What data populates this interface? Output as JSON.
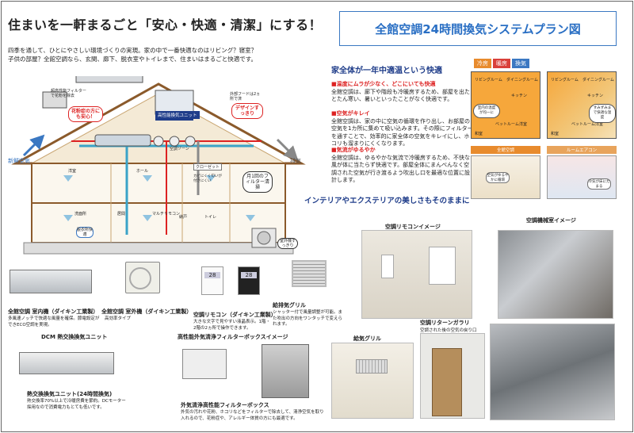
{
  "header": {
    "title": "住まいを一軒まるごと「安心・快適・清潔」にする！",
    "intro_line1": "四季を通して、ひとにやさしい環境づくりの実現。家の中で一番快適なのはリビング？寝室？",
    "intro_line2": "子供の部屋？全館空調なら、玄関、廊下、脱衣室やトイレまで、住まいはまるごと快適です。"
  },
  "plan_title": "全館空調24時間換気システムプラン図",
  "comfort": {
    "heading": "家全体が一年中適温という快適",
    "points": [
      {
        "title": "■温度にムラが少なく、どこにいても快適",
        "body": "全館空調は、廊下や階段も冷暖房するため、部屋を出たとたん寒い、暑いといったことがなく快適です。"
      },
      {
        "title": "■空気がキレイ",
        "body": "全館空調は、家の中に空気の循環を作り出し、お部屋の空気を1カ所に集めて吸い込みます。その際にフィルターを通すことで、効率的に家全体の空気をキレイにし、ホコリも溜まりにくくなります。"
      },
      {
        "title": "■気流がゆるやか",
        "body": "全館空調は、ゆるやかな気流で冷暖房するため、不快な風が体に当たらず快適です。部屋全体にまんべんなく空調された空気が行き渡るよう吹出し口を最適な位置に設計します。"
      }
    ],
    "interior_heading": "インテリアやエクステリアの美しさもそのままに"
  },
  "legend": [
    "冷房",
    "暖房",
    "換気"
  ],
  "floorplans": {
    "rooms1": [
      "リビングルーム",
      "ダイニングルーム",
      "キッチン",
      "ベットルーム",
      "洋室",
      "和室"
    ],
    "rooms2": [
      "リビングルーム",
      "ダイニングルーム",
      "キッチン",
      "ベットルーム",
      "洋室",
      "和室"
    ],
    "badge1": "室内の温度が均一に",
    "badge2": "すみずみまで快適な温度",
    "label1": "全館空調",
    "label2": "ルームエアコン",
    "room3a_note": "空気がゆるやかに循環",
    "room3b_note": "冷気が床にたまる"
  },
  "diagram": {
    "filter_note": "超高性能フィルターで花粉を除去",
    "filter_badge": "花粉症の方にも安心！",
    "design_note": "外部フードは2ヵ所で済",
    "design_badge": "デザインすっきり",
    "unit_label": "高性能換気ユニット",
    "fresh_air": "新鮮空気",
    "exhaust": "排気",
    "zone_label": "空調ゾーン",
    "closet": "クローゼット",
    "closet_note": "カビにくく匂いが付きにくい",
    "monthly_filter": "月1回のフィルター清掃",
    "rooms": [
      "洋室",
      "ホール",
      "洗面所",
      "居間",
      "納戸",
      "トイレ"
    ],
    "laundry": "脱衣所快適",
    "remote": "マルチリモコン",
    "outdoor_note": "室外機すっきり"
  },
  "products": [
    {
      "name": "全館空調 室内機（ダイキン工業製）",
      "desc": "多風速ノッチで快適な風量を確保。節電設定ができECO空調を実現。"
    },
    {
      "name": "全館空調 室外機（ダイキン工業製）",
      "desc": "高効率タイプ"
    },
    {
      "name": "空調リモコン（ダイキン工業製）",
      "desc": "大きな文字で見やすい液晶表示。1階・2階の2ヵ所で操作できます。"
    },
    {
      "name": "給排気グリル",
      "desc": "シャッター付で風量調整が可能。また吹出の方向をワンタッチで変えられます。"
    }
  ],
  "remote_display": [
    "28",
    "28"
  ],
  "dcm": {
    "heading": "DCM 熱交換換気ユニット",
    "name": "熱交換換気ユニット(24時間換気)",
    "desc": "熱交換率70%以上で冷暖房費を節約。DCモーター採用なので消費電力もとても低いです。"
  },
  "filterbox": {
    "heading": "高性能外気清浄フィルターボックスイメージ",
    "name": "外気清浄高性能フィルターボックス",
    "desc": "外気の汚れや花粉、ホコリなどをフィルターで除去して、清浄空気を取り入れるので、花粉症や、アレルギー体質の方にも最適です。"
  },
  "photos": {
    "remote_image": "空調リモコンイメージ",
    "machine_room": "空調機械室イメージ",
    "return_gallery": "空調リターンガラリ",
    "return_gallery_desc": "空調された後の空気の戻り口",
    "supply_grille": "給気グリル"
  },
  "colors": {
    "accent_blue": "#2a6fc4",
    "heading_navy": "#1f3d8a",
    "warning_red": "#d22",
    "cool": "#e88b2d",
    "warm": "#d9403a",
    "vent": "#3b78c2"
  }
}
